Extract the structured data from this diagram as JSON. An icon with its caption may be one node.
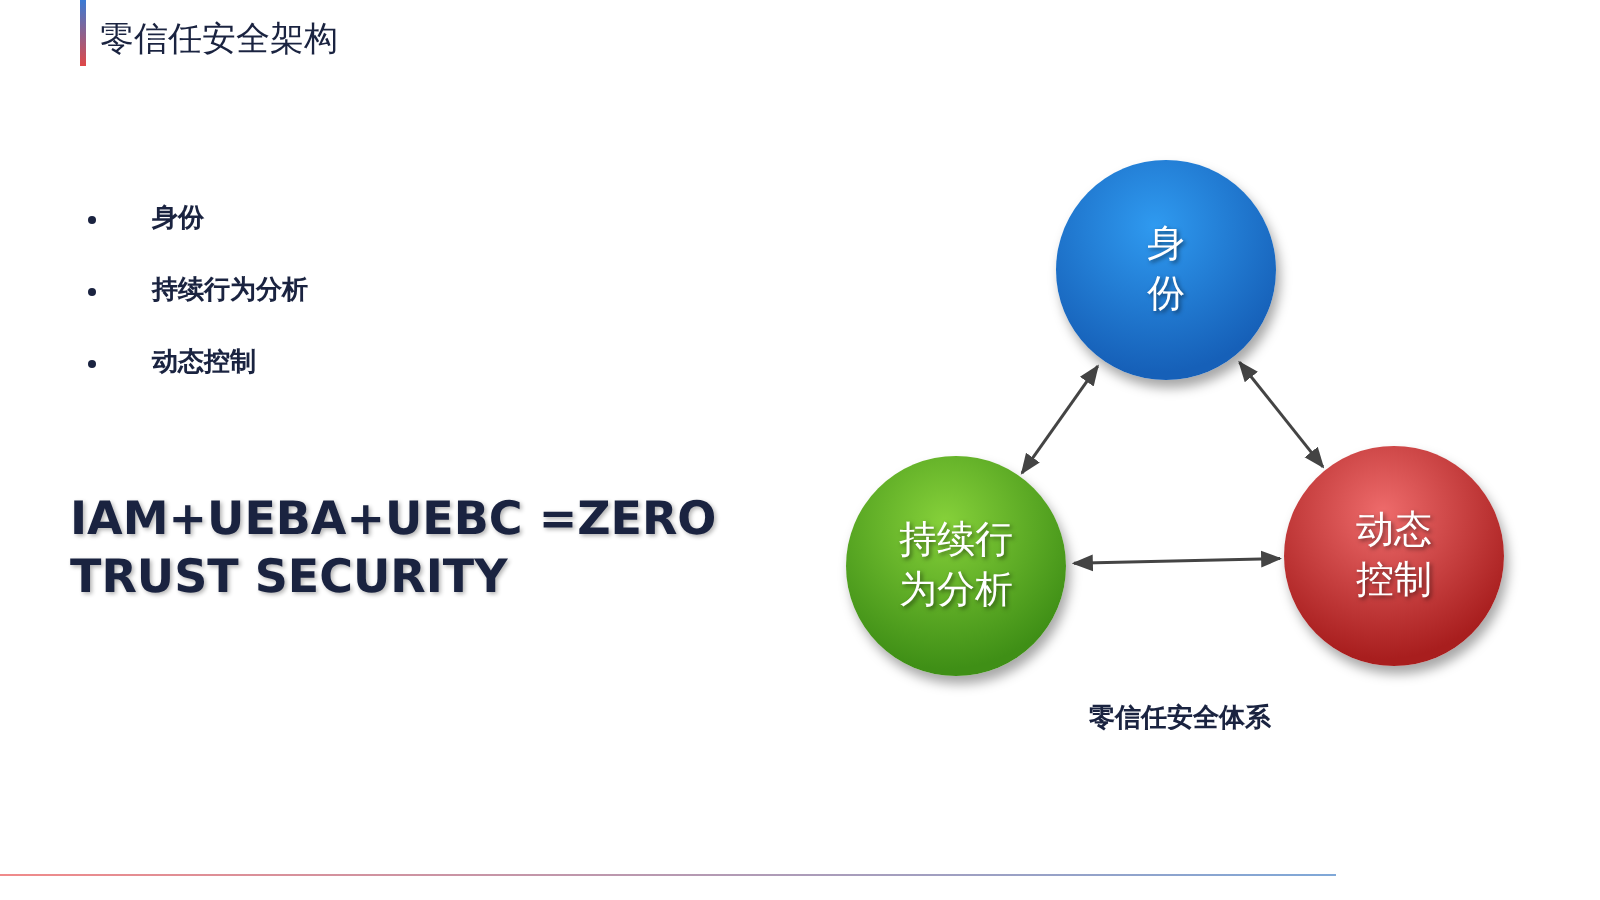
{
  "diagram": {
    "title": "零信任安全架构",
    "caption": "零信任安全体系",
    "nodes": [
      {
        "text": [
          "身份"
        ]
      },
      {
        "text": [
          "持续行为分析"
        ]
      },
      {
        "text": [
          "动态控制"
        ]
      }
    ],
    "edges": [
      {
        "from": 0,
        "to": 1,
        "arrow": "both"
      },
      {
        "from": 0,
        "to": 2,
        "arrow": "both"
      },
      {
        "from": 1,
        "to": 2,
        "arrow": "both"
      }
    ],
    "labels": [
      "身份",
      "持续行为分析",
      "动态控制",
      "IAM+UEBA+UEBC =ZERO TRUST SECURITY"
    ]
  }
}
